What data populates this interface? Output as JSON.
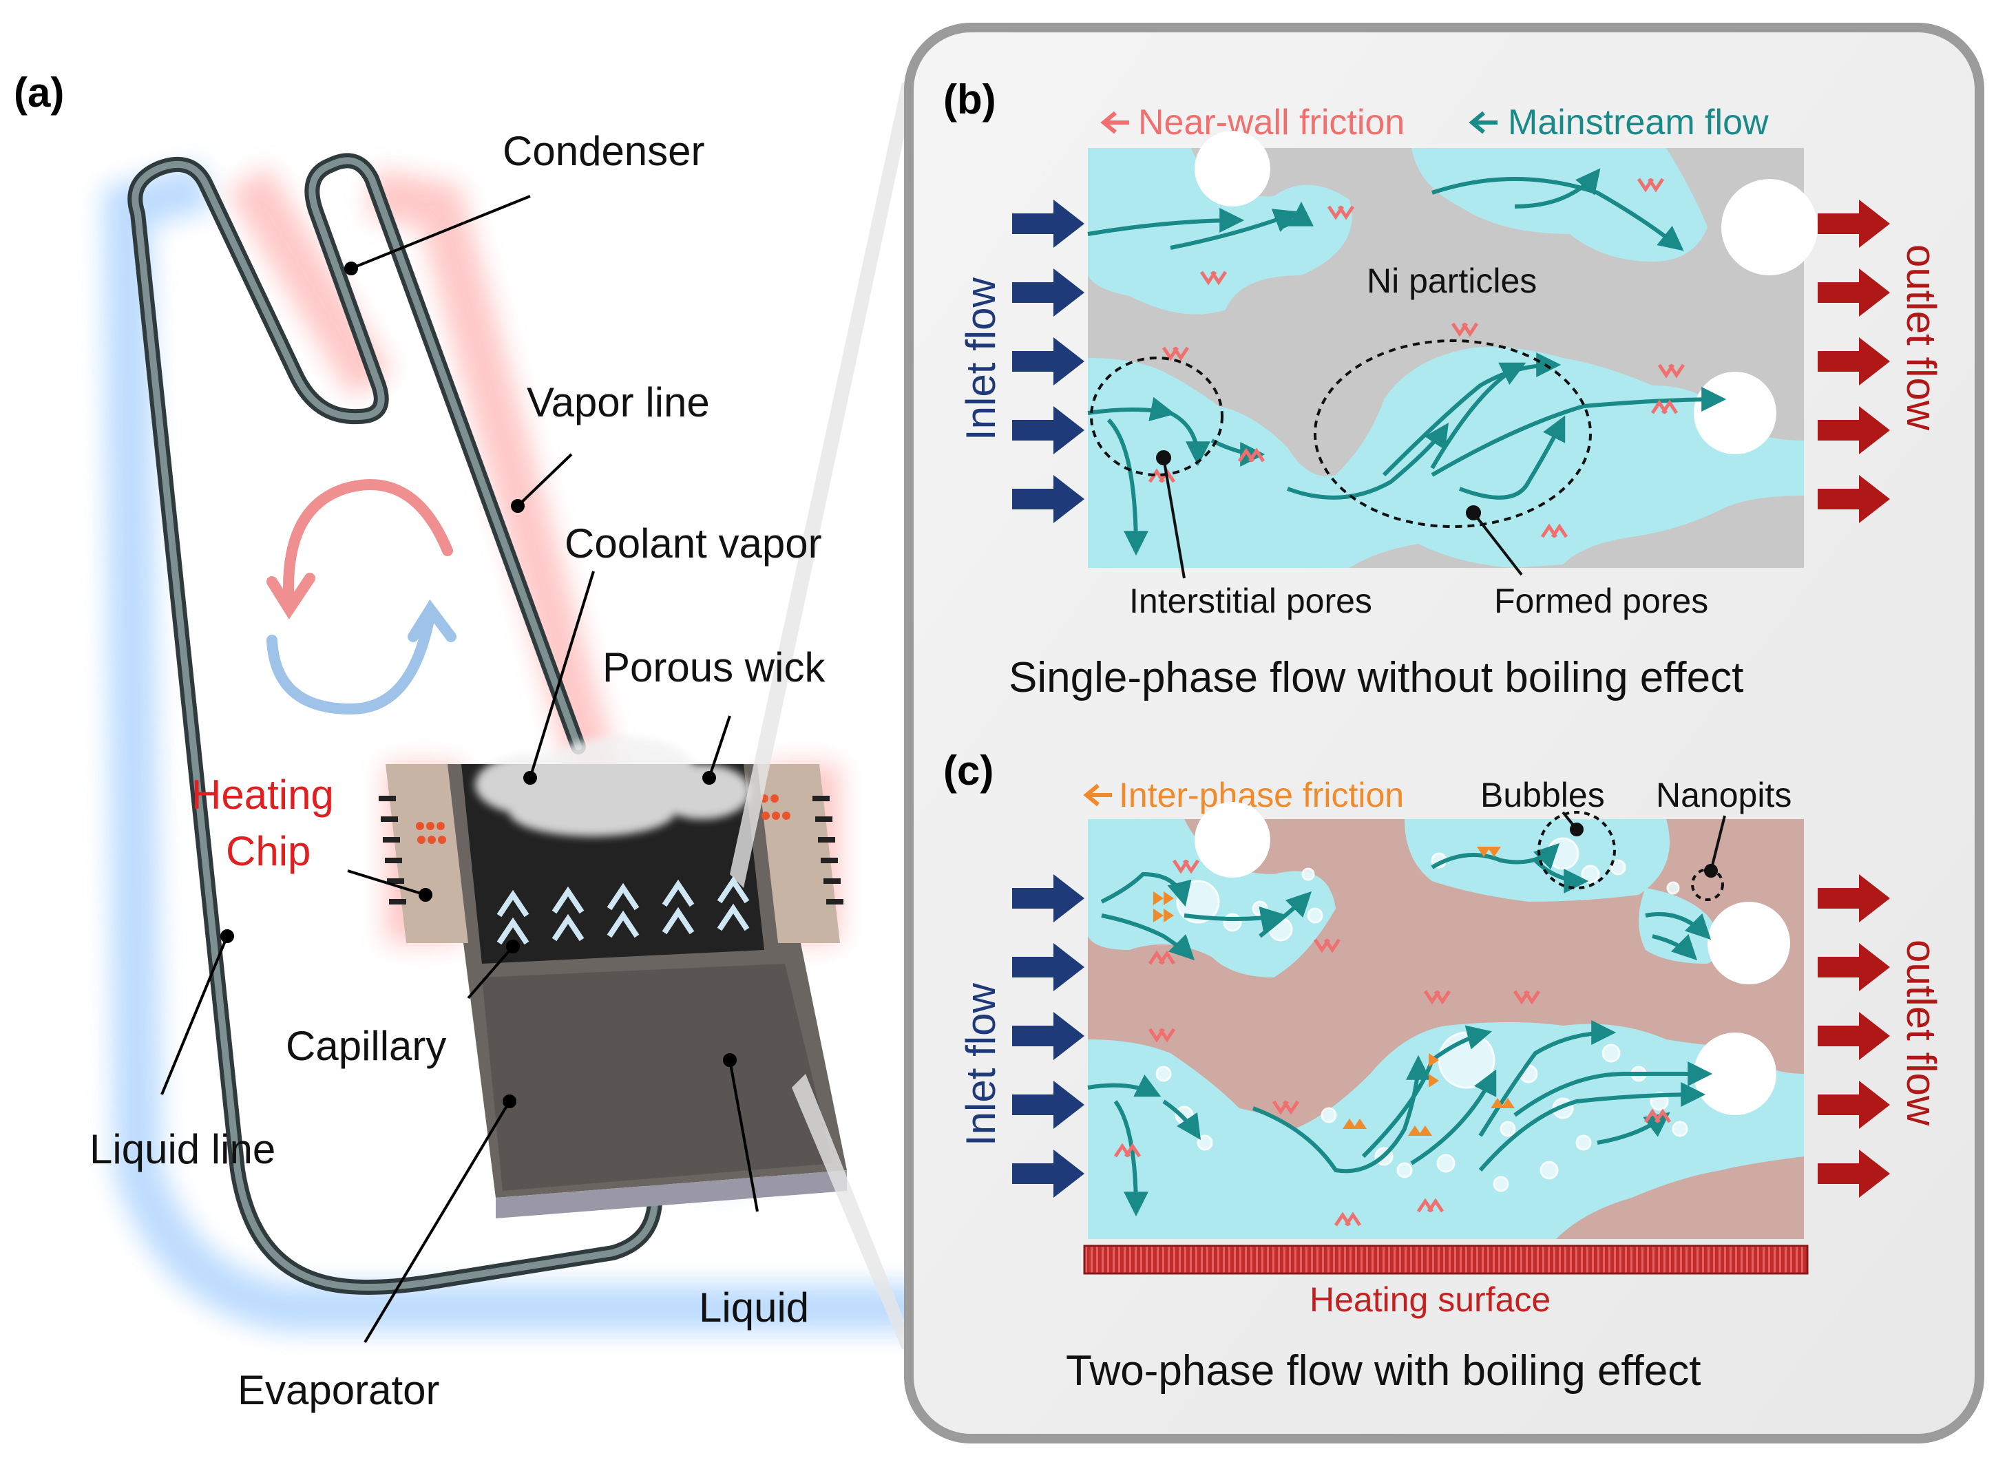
{
  "panel_a": {
    "label": "(a)",
    "condenser": "Condenser",
    "vapor_line": "Vapor line",
    "coolant_vapor": "Coolant vapor",
    "porous_wick": "Porous wick",
    "heating_chip_1": "Heating",
    "heating_chip_2": "Chip",
    "capillary": "Capillary",
    "liquid_line": "Liquid line",
    "liquid": "Liquid",
    "evaporator": "Evaporator"
  },
  "panel_b": {
    "label": "(b)",
    "legend_near_wall": "Near-wall friction",
    "legend_mainstream": "Mainstream flow",
    "ni_particles": "Ni particles",
    "inlet_flow": "Inlet flow",
    "outlet_flow": "outlet flow",
    "interstitial_pores": "Interstitial pores",
    "formed_pores": "Formed pores",
    "caption": "Single-phase flow without boiling effect"
  },
  "panel_c": {
    "label": "(c)",
    "legend_inter_phase": "Inter-phase friction",
    "bubbles": "Bubbles",
    "nanopits": "Nanopits",
    "inlet_flow": "Inlet flow",
    "outlet_flow": "outlet flow",
    "heating_surface": "Heating surface",
    "caption": "Two-phase flow with boiling effect"
  },
  "colors": {
    "near_wall_friction": "#f07070",
    "mainstream_flow": "#1a8a88",
    "inter_phase_friction": "#f08a2a",
    "inlet_arrow": "#1f3a78",
    "outlet_arrow": "#b01818",
    "heating_text": "#e02020",
    "pore_cyan": "#aee9ef",
    "particle_gray": "#c8c8c8",
    "particle_pink": "#cfaaa2"
  }
}
